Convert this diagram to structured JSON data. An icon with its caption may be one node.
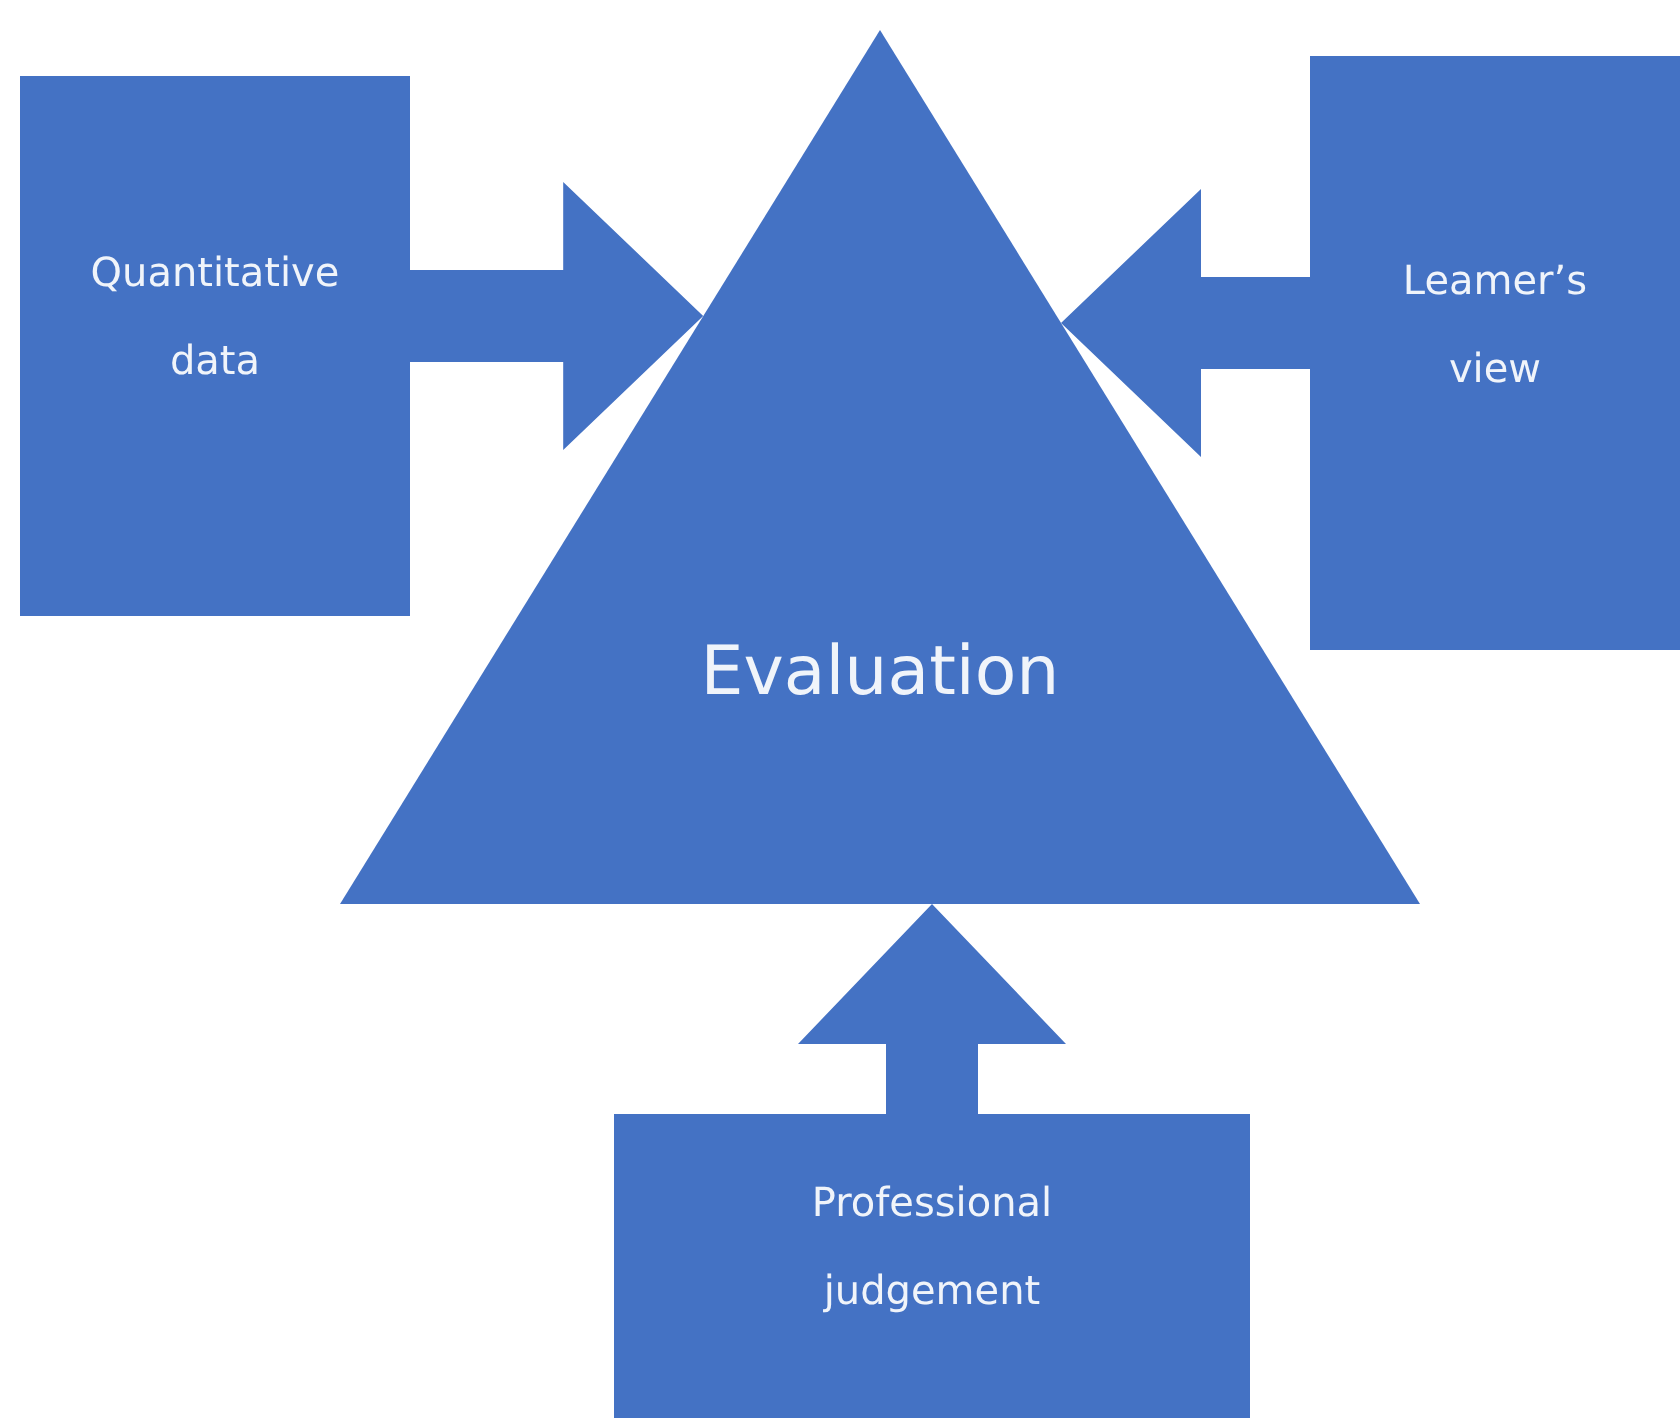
{
  "diagram": {
    "nodes": [
      {
        "text": [
          "Quantitative data"
        ]
      },
      {
        "text": [
          "Evaluation"
        ]
      },
      {
        "text": [
          "Leamer’s view"
        ]
      },
      {
        "text": [
          "Professional judgement"
        ]
      }
    ],
    "edges": [
      {
        "from": 0,
        "to": 1,
        "arrow": "to",
        "style": "thick"
      },
      {
        "from": 2,
        "to": 1,
        "arrow": "to",
        "style": "thick"
      },
      {
        "from": 3,
        "to": 1,
        "arrow": "to",
        "style": "thick"
      }
    ]
  }
}
